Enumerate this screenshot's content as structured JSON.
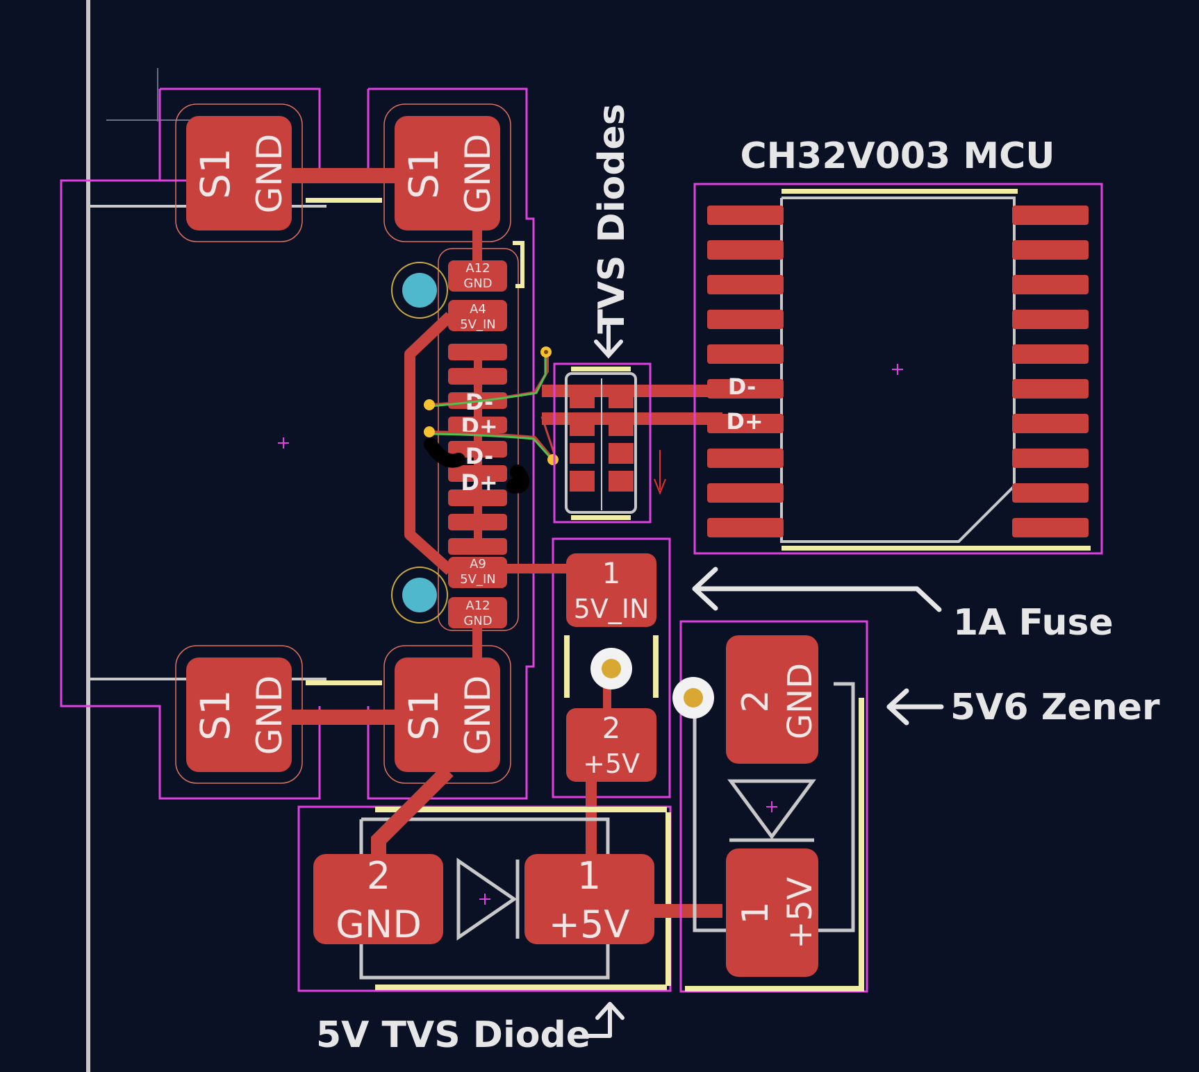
{
  "colors": {
    "background": "#0a1124",
    "copper": "#c8413c",
    "pad_clearance": "#e0705f",
    "courtyard": "#e040e0",
    "edge_cut": "#c8c8c8",
    "silkscreen": "#f1eda5",
    "via_fill": "#4fb8cc",
    "annotation": "#e6e6e6",
    "marker_yellow": "#f5c231"
  },
  "annotations": {
    "mcu": "CH32V003 MCU",
    "tvs_diodes": "TVS Diodes",
    "fuse": "1A Fuse",
    "zener": "5V6 Zener",
    "tvs_5v": "5V TVS Diode"
  },
  "shield_pads": {
    "s1": "S1",
    "gnd": "GND"
  },
  "usb_pins": {
    "a12_top_num": "A12",
    "a12_top_net": "GND",
    "a4_num": "A4",
    "a4_net": "5V_IN",
    "d_minus_1": "D-",
    "d_plus_1": "D+",
    "d_minus_2": "D-",
    "d_plus_2": "D+",
    "a9_num": "A9",
    "a9_net": "5V_IN",
    "a12_bot_num": "A12",
    "a12_bot_net": "GND"
  },
  "mcu_nets": {
    "d_minus": "D-",
    "d_plus": "D+"
  },
  "fuse_pads": {
    "p1_num": "1",
    "p1_net": "5V_IN",
    "p2_num": "2",
    "p2_net": "+5V"
  },
  "tvs_pads": {
    "p2_num": "2",
    "p2_net": "GND",
    "p1_num": "1",
    "p1_net": "+5V"
  },
  "zener_pads": {
    "p2_num": "2",
    "p2_net": "GND",
    "p1_num": "1",
    "p1_net": "+5V"
  }
}
